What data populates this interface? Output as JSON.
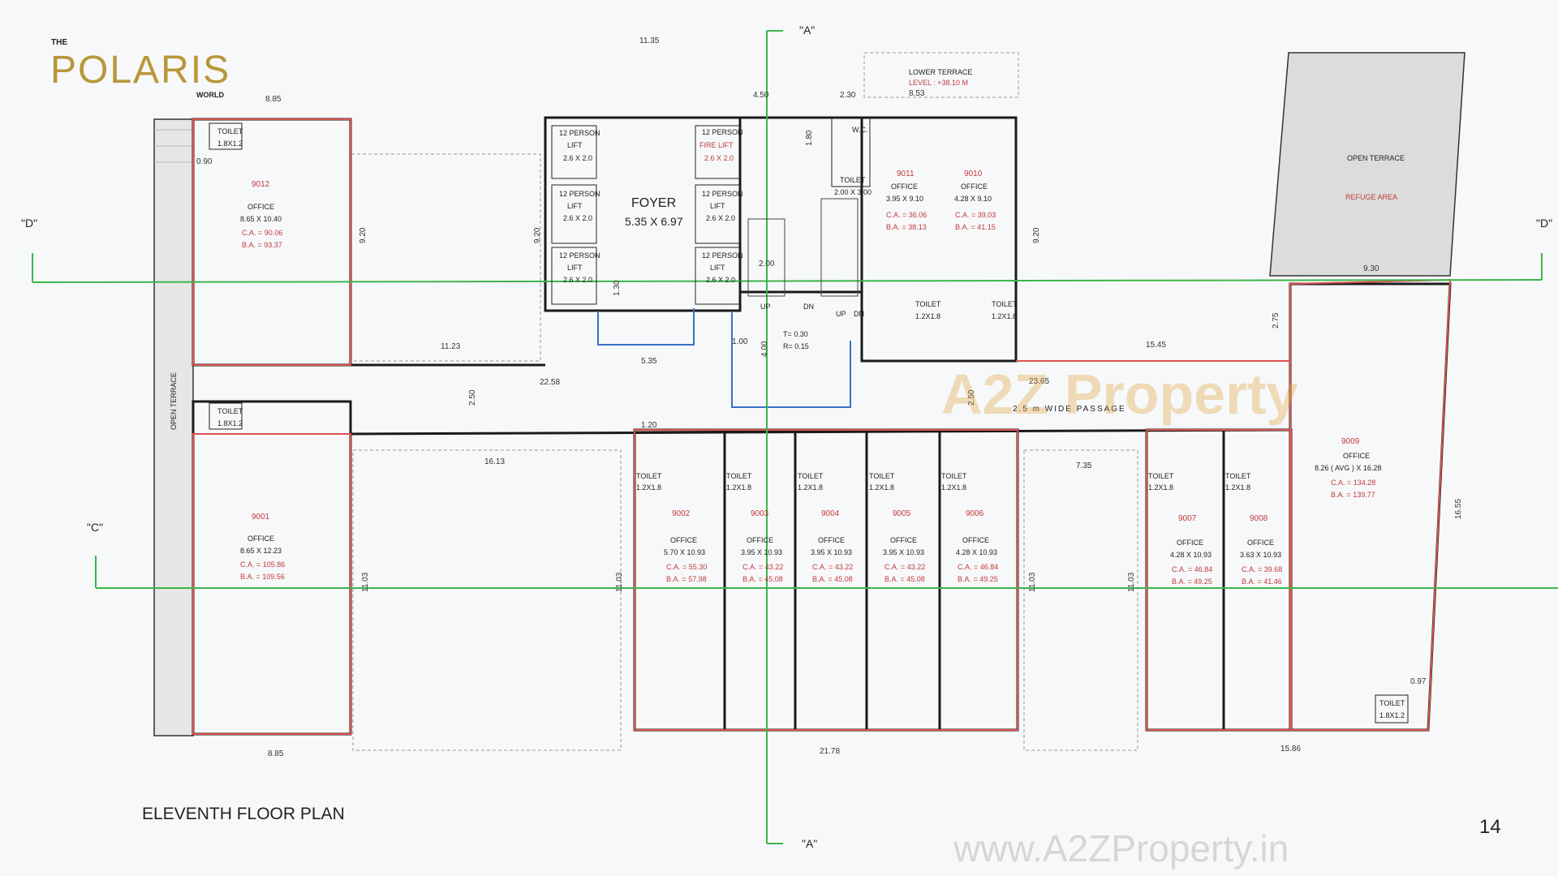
{
  "brand": {
    "the": "THE",
    "name": "POLARIS",
    "world": "WORLD"
  },
  "plan_title": "ELEVENTH FLOOR PLAN",
  "page_number": "14",
  "watermark": {
    "logo": "A2Z Property",
    "url": "www.A2ZProperty.in"
  },
  "grid_markers": {
    "a_top": "\"A\"",
    "a_bottom": "\"A\"",
    "d_left": "\"D\"",
    "d_right": "\"D\"",
    "c_left": "\"C\""
  },
  "core": {
    "foyer_label": "FOYER",
    "foyer_size": "5.35 X 6.97",
    "lift_name": "12 PERSON",
    "lift_word": "LIFT",
    "lift_size": "2.6 X 2.0",
    "fire_lift": "FIRE LIFT",
    "fire_lift_size": "2.6 X 2.0",
    "lower_terrace": "LOWER TERRACE",
    "lower_terrace_level": "LEVEL : +38.10 M",
    "open_terrace": "OPEN TERRACE",
    "refuge_area": "REFUGE AREA",
    "open_terrace_left": "OPEN TERRACE",
    "passage": "2.5 m WIDE PASSAGE",
    "stair_t": "T= 0.30",
    "stair_r": "R= 0.15",
    "up": "UP",
    "dn": "DN"
  },
  "units": [
    {
      "no": "9012",
      "type": "OFFICE",
      "size": "8.65 X 10.40",
      "ca": "C.A. = 90.06",
      "ba": "B.A. = 93.37"
    },
    {
      "no": "9001",
      "type": "OFFICE",
      "size": "8.65 X 12.23",
      "ca": "C.A. = 105.86",
      "ba": "B.A. = 109.56"
    },
    {
      "no": "9011",
      "type": "OFFICE",
      "size": "3.95 X 9.10",
      "ca": "C.A. = 36.06",
      "ba": "B.A. = 38.13"
    },
    {
      "no": "9010",
      "type": "OFFICE",
      "size": "4.28 X 9.10",
      "ca": "C.A. = 39.03",
      "ba": "B.A. = 41.15"
    },
    {
      "no": "9002",
      "type": "OFFICE",
      "size": "5.70 X 10.93",
      "ca": "C.A. = 55.30",
      "ba": "B.A. = 57.98"
    },
    {
      "no": "9003",
      "type": "OFFICE",
      "size": "3.95 X 10.93",
      "ca": "C.A. = 43.22",
      "ba": "B.A. = 45.08"
    },
    {
      "no": "9004",
      "type": "OFFICE",
      "size": "3.95 X 10.93",
      "ca": "C.A. = 43.22",
      "ba": "B.A. = 45.08"
    },
    {
      "no": "9005",
      "type": "OFFICE",
      "size": "3.95 X 10.93",
      "ca": "C.A. = 43.22",
      "ba": "B.A. = 45.08"
    },
    {
      "no": "9006",
      "type": "OFFICE",
      "size": "4.28 X 10.93",
      "ca": "C.A. = 46.84",
      "ba": "B.A. = 49.25"
    },
    {
      "no": "9007",
      "type": "OFFICE",
      "size": "4.28 X 10.93",
      "ca": "C.A. = 46.84",
      "ba": "B.A. = 49.25"
    },
    {
      "no": "9008",
      "type": "OFFICE",
      "size": "3.63 X 10.93",
      "ca": "C.A. = 39.68",
      "ba": "B.A. = 41.46"
    },
    {
      "no": "9009",
      "type": "OFFICE",
      "size": "8.26 ( AVG ) X 16.28",
      "ca": "C.A. = 134.28",
      "ba": "B.A. = 139.77"
    }
  ],
  "toilets": {
    "label": "TOILET",
    "size_a": "1.8X1.2",
    "size_b": "1.2X1.8",
    "wc": "W.C.",
    "toilet_core": "TOILET",
    "toilet_core_size": "2.00 X 3.00"
  },
  "dimensions": {
    "d1135": "11.35",
    "d885": "8.85",
    "d450": "4.50",
    "d230": "2.30",
    "d853": "8.53",
    "d920a": "9.20",
    "d920b": "9.20",
    "d920c": "9.20",
    "d1123": "11.23",
    "d2258": "22.58",
    "d535": "5.35",
    "d250": "2.50",
    "d250b": "2.50",
    "d1613": "16.13",
    "d1103a": "11.03",
    "d1103b": "11.03",
    "d1103c": "11.03",
    "d1103d": "11.03",
    "d2178": "21.78",
    "d1586": "15.86",
    "d885b": "8.85",
    "d735": "7.35",
    "d1545": "15.45",
    "d2365": "23.65",
    "d1655": "16.55",
    "d930": "9.30",
    "d275": "2.75",
    "d400": "4.00",
    "d100": "1.00",
    "d130": "1.30",
    "d200": "2.00",
    "d120": "1.20",
    "d180": "1.80",
    "d090": "0.90",
    "d097": "0.97"
  }
}
